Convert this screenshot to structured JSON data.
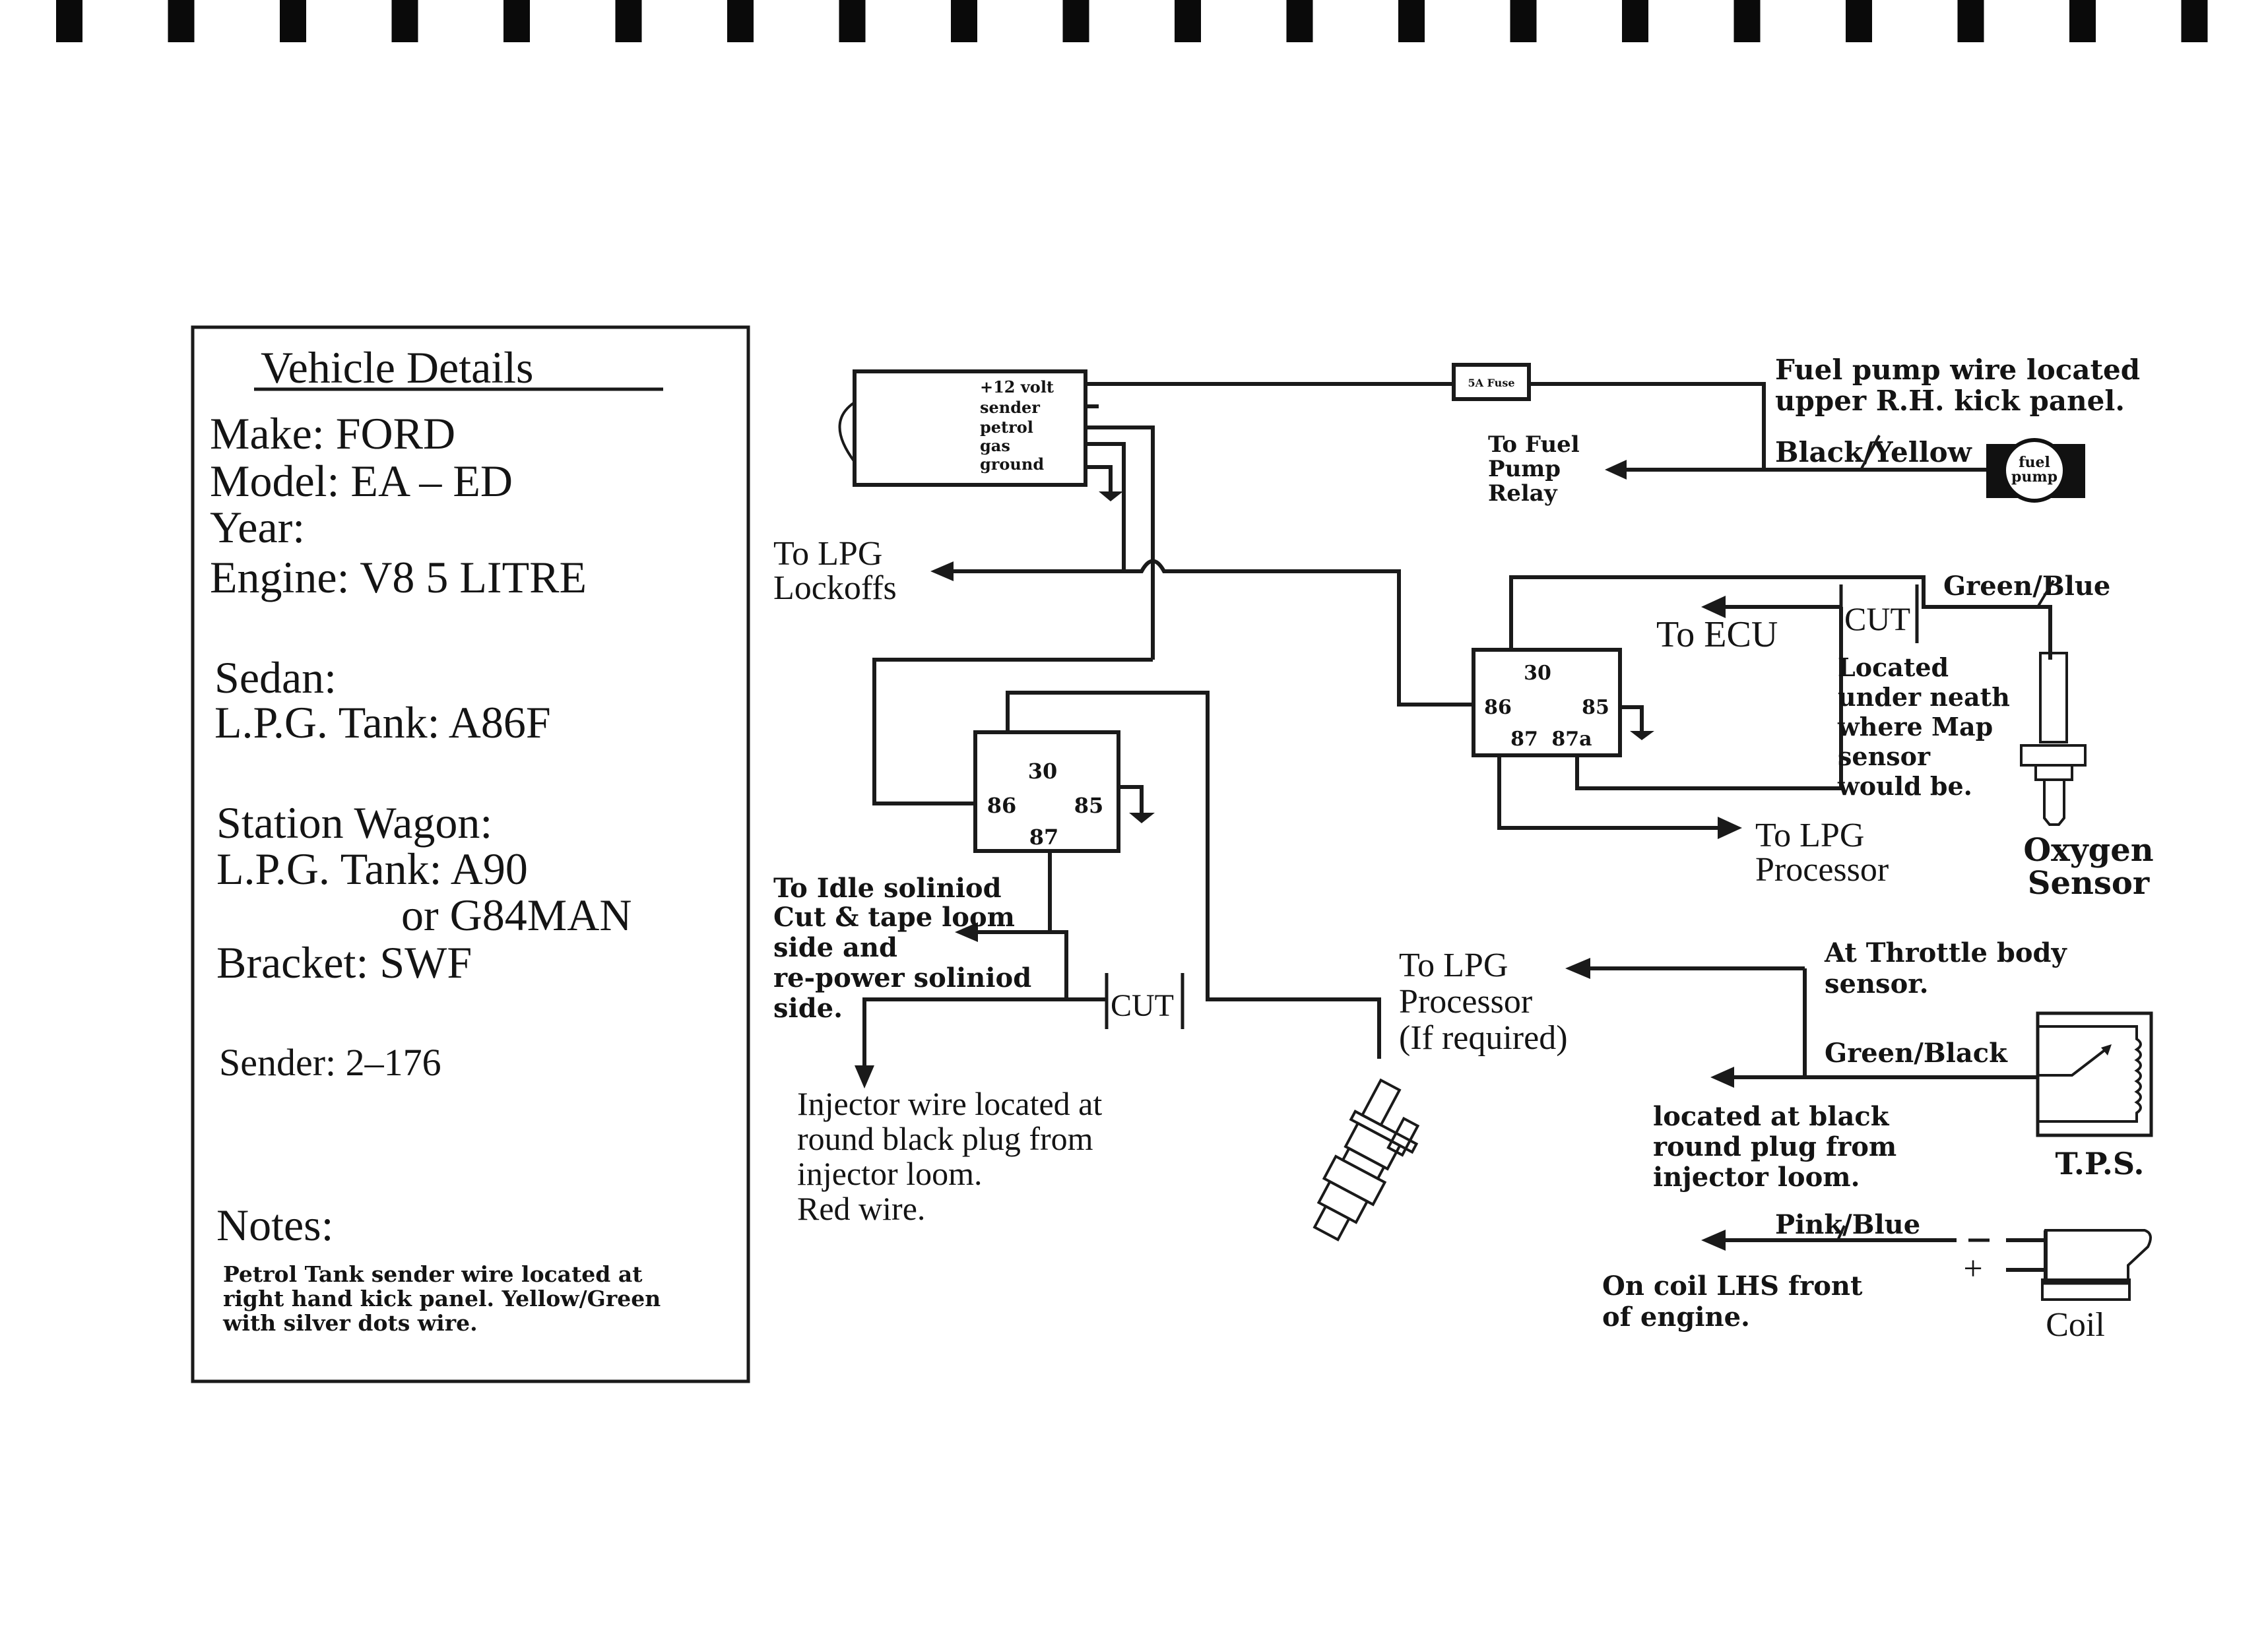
{
  "page": {
    "binder_holes": 20
  },
  "vehicle_details": {
    "title": "Vehicle Details",
    "make": "Make:  FORD",
    "model": "Model:  EA  –  ED",
    "year": "Year:",
    "engine": "Engine:  V8  5  LITRE",
    "sedan_heading": "Sedan:",
    "sedan_tank": "L.P.G.  Tank:  A86F",
    "wagon_heading": "Station  Wagon:",
    "wagon_tank": "L.P.G.  Tank:  A90",
    "wagon_tank_alt": "or  G84MAN",
    "bracket": "Bracket:  SWF",
    "sender": "Sender:  2–176",
    "notes_heading": "Notes:",
    "notes_lines": [
      "Petrol Tank sender wire located at",
      "right hand kick panel. Yellow/Green",
      "with silver dots wire."
    ]
  },
  "sender_unit": {
    "lines": [
      "+12 volt",
      "sender",
      "petrol",
      "gas",
      "ground"
    ]
  },
  "fuse": {
    "label": "5A Fuse"
  },
  "fuel_pump": {
    "note_lines": [
      "Fuel pump wire located",
      "upper R.H. kick panel."
    ],
    "wire_color": "Black/Yellow",
    "icon_label_lines": [
      "fuel",
      "pump"
    ],
    "to_relay_lines": [
      "To Fuel",
      "Pump",
      "Relay"
    ]
  },
  "lockoffs": {
    "lines": [
      "To LPG",
      "Lockoffs"
    ]
  },
  "ecu_relay": {
    "pins": {
      "p30": "30",
      "p86": "86",
      "p85": "85",
      "p87": "87",
      "p87a": "87a"
    },
    "to_ecu": "To ECU",
    "cut_label": "CUT",
    "wire_color": "Green/Blue",
    "location_lines": [
      "Located",
      "under neath",
      "where Map",
      "sensor",
      "would be."
    ],
    "to_processor_lines": [
      "To LPG",
      "Processor"
    ],
    "sensor_label_lines": [
      "Oxygen",
      "Sensor"
    ]
  },
  "idle_relay": {
    "pins": {
      "p30": "30",
      "p86": "86",
      "p85": "85",
      "p87": "87"
    },
    "idle_note_lines": [
      "To Idle soliniod",
      "Cut & tape loom",
      "side and",
      "re-power soliniod",
      "side."
    ],
    "cut_label": "CUT",
    "injector_note_lines": [
      "Injector wire located at",
      "round black plug from",
      "injector loom.",
      "Red wire."
    ]
  },
  "tps": {
    "to_processor_lines": [
      "To LPG",
      "Processor",
      "(If required)"
    ],
    "location_lines": [
      "At Throttle body",
      "sensor."
    ],
    "wire_color": "Green/Black",
    "plug_note_lines": [
      "located at black",
      "round plug from",
      "injector loom."
    ],
    "label": "T.P.S."
  },
  "coil": {
    "wire_color": "Pink/Blue",
    "minus": "–",
    "plus": "+",
    "note_lines": [
      "On coil LHS front",
      "of engine."
    ],
    "label": "Coil"
  }
}
